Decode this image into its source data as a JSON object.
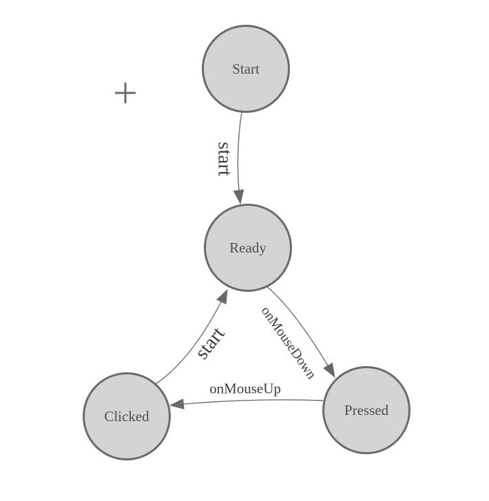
{
  "diagram": {
    "type": "state-machine",
    "nodes": [
      {
        "id": "start",
        "label": "Start"
      },
      {
        "id": "ready",
        "label": "Ready"
      },
      {
        "id": "clicked",
        "label": "Clicked"
      },
      {
        "id": "pressed",
        "label": "Pressed"
      }
    ],
    "edges": [
      {
        "from": "Start",
        "to": "Ready",
        "label": "start"
      },
      {
        "from": "Ready",
        "to": "Pressed",
        "label": "onMouseDown"
      },
      {
        "from": "Pressed",
        "to": "Clicked",
        "label": "onMouseUp"
      },
      {
        "from": "Clicked",
        "to": "Ready",
        "label": "start"
      }
    ],
    "colors": {
      "background": "#ffffff",
      "node_fill": "#d4d4d4",
      "node_border": "#6a6a6a",
      "node_text": "#4f4f4f",
      "edge_stroke": "#6e6e6e",
      "arrow_fill": "#696969",
      "edge_label_text": "#3e3e3e",
      "plus_icon": "#696969"
    }
  }
}
